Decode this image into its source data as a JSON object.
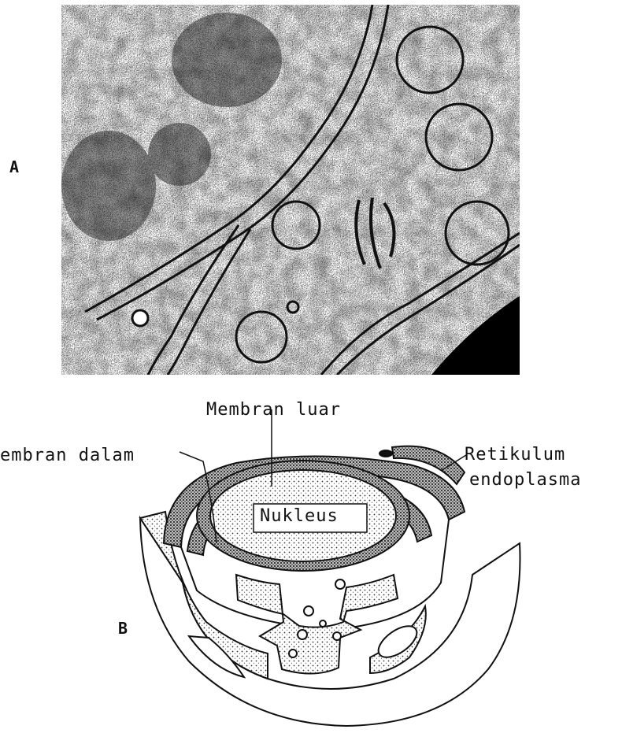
{
  "figure": {
    "panel_a_label": "A",
    "panel_b_label": "B",
    "labels": {
      "outer_membrane": "Membran luar",
      "inner_membrane": "embran dalam",
      "er_line1": "Retikulum",
      "er_line2": "endoplasma",
      "nucleus": "Nukleus"
    }
  }
}
